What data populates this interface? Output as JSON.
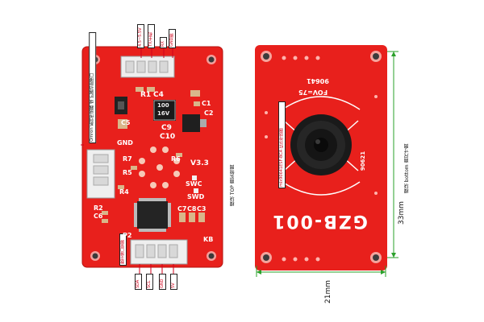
{
  "left_board": {
    "tags_top": [
      "4.5~5.5V",
      "TX/主机",
      "RX",
      "GND脚"
    ],
    "tag_left": "Omron 系列传感器 或 扩展功能接口",
    "tag_bottom_left": "数字接口管脚",
    "tags_bottom": [
      "SDA",
      "SCL",
      "GND",
      "5V"
    ],
    "silk": {
      "r1": "R1",
      "c4": "C4",
      "c5": "C5",
      "c1": "C1",
      "c2": "C2",
      "cap_value": "100",
      "cap_voltage": "16V",
      "c9": "C9",
      "c10": "C10",
      "gnd": "GND",
      "r7": "R7",
      "r5": "R5",
      "r6": "R6",
      "r4": "R4",
      "v33": "V3.3",
      "swc": "SWC",
      "swd": "SWD",
      "r2": "R2",
      "c6": "C6",
      "c7": "C7",
      "c8": "C8",
      "c3": "C3",
      "p2": "P2",
      "kb": "KB"
    },
    "caption": "模块 TOP 面实物图"
  },
  "right_board": {
    "silk": {
      "top_code": "90641",
      "fov": "FOV=75",
      "side_code": "90621",
      "model": "GZB-001"
    },
    "sensor_tag": "mlx90641ESF-BCA 红外传感器",
    "caption": "模块 bottom 面尺寸图",
    "dim_height": "33mm",
    "dim_width": "21mm"
  },
  "colors": {
    "pcb": "#e8201c",
    "pcb_dark": "#c4130f",
    "dim_line": "#2aa02a"
  }
}
